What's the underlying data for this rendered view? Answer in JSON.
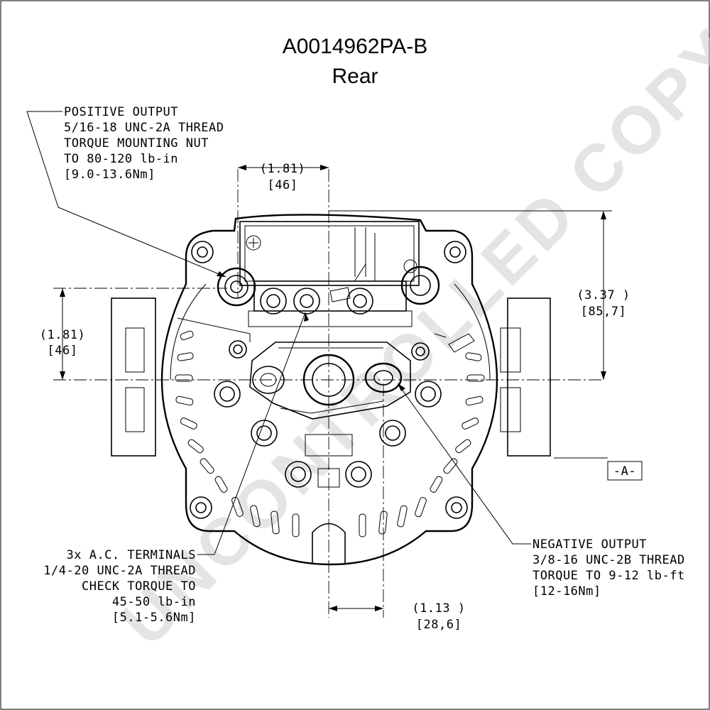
{
  "drawing": {
    "part_number": "A0014962PA-B",
    "view": "Rear"
  },
  "callouts": {
    "positive_output": [
      "POSITIVE OUTPUT",
      "5/16-18 UNC-2A THREAD",
      "TORQUE MOUNTING NUT",
      "TO 80-120 lb-in",
      "[9.0-13.6Nm]"
    ],
    "ac_terminals": [
      "3x A.C. TERMINALS",
      "1/4-20 UNC-2A THREAD",
      "CHECK TORQUE TO",
      "45-50 lb-in",
      "[5.1-5.6Nm]"
    ],
    "negative_output": [
      "NEGATIVE OUTPUT",
      "3/8-16 UNC-2B THREAD",
      "TORQUE TO 9-12 lb-ft",
      "[12-16Nm]"
    ]
  },
  "dimensions": {
    "top": {
      "inch": "(1.81)",
      "mm": "[46]"
    },
    "left": {
      "inch": "(1.81)",
      "mm": "[46]"
    },
    "right": {
      "inch": "(3.37 )",
      "mm": "[85,7]"
    },
    "bottom": {
      "inch": "(1.13 )",
      "mm": "[28,6]"
    }
  },
  "datum": {
    "label": "-A-"
  },
  "watermark": {
    "text": "UNCONTROLLED COPY"
  }
}
